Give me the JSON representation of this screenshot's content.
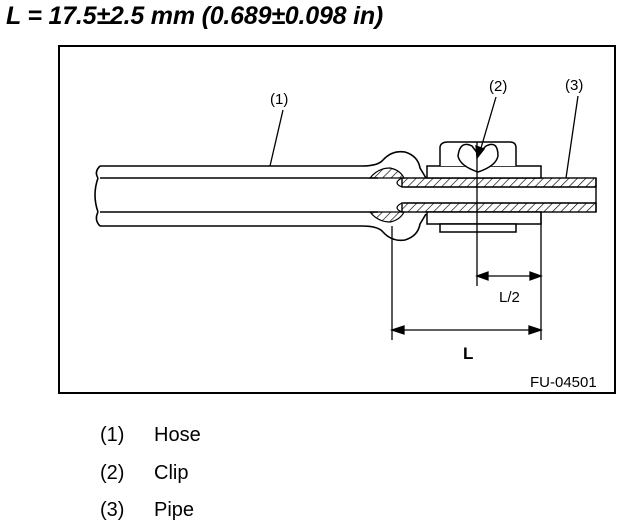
{
  "title": "L = 17.5±2.5 mm (0.689±0.098 in)",
  "figure": {
    "callouts": [
      "(1)",
      "(2)",
      "(3)"
    ],
    "dim_half": "L/2",
    "dim_full": "L",
    "figure_code": "FU-04501"
  },
  "legend": [
    {
      "num": "(1)",
      "text": "Hose"
    },
    {
      "num": "(2)",
      "text": "Clip"
    },
    {
      "num": "(3)",
      "text": "Pipe"
    }
  ]
}
